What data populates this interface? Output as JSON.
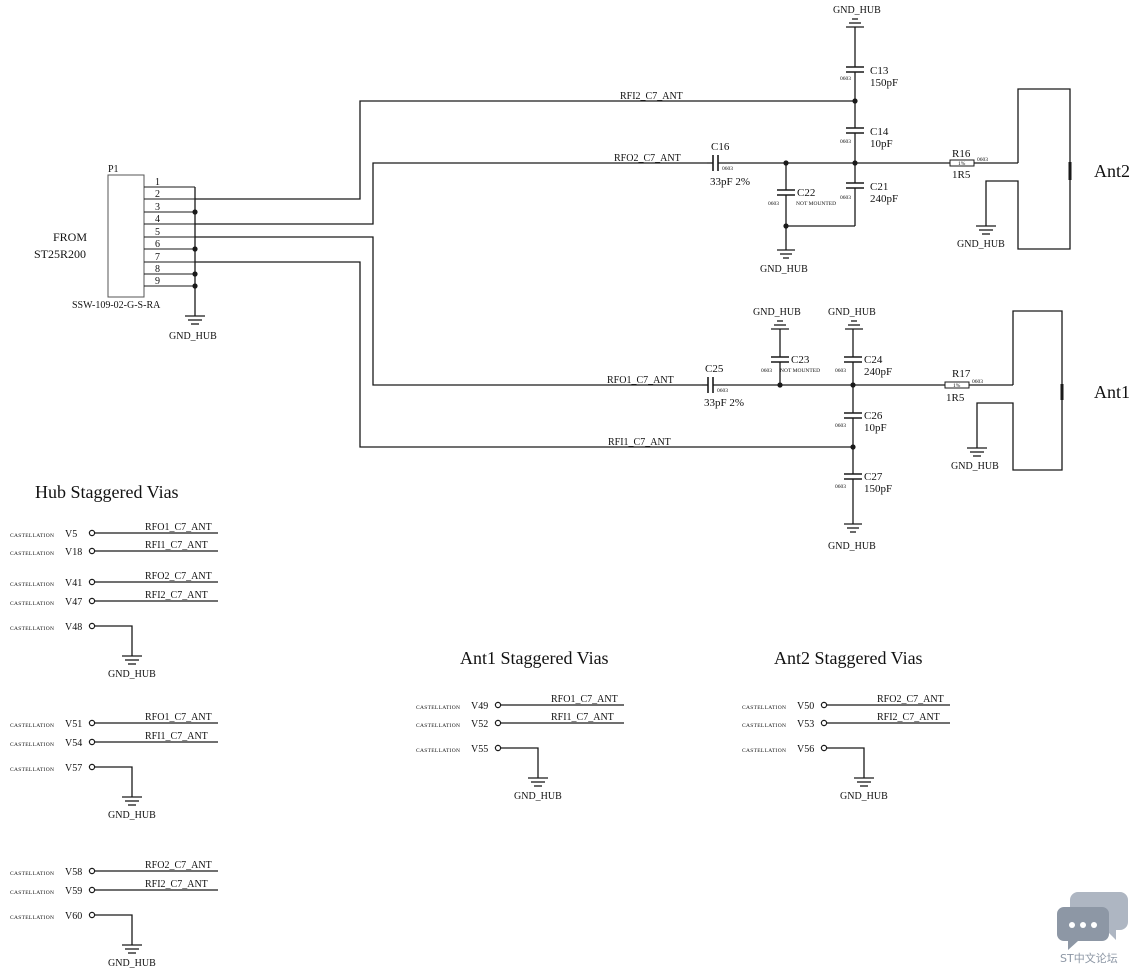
{
  "connector": {
    "ref": "P1",
    "part": "SSW-109-02-G-S-RA",
    "pins": [
      "1",
      "2",
      "3",
      "4",
      "5",
      "6",
      "7",
      "8",
      "9"
    ],
    "from_line1": "FROM",
    "from_line2": "ST25R200"
  },
  "nets": {
    "rfi2": "RFI2_C7_ANT",
    "rfo2": "RFO2_C7_ANT",
    "rfo1": "RFO1_C7_ANT",
    "rfi1": "RFI1_C7_ANT",
    "gnd": "GND_HUB"
  },
  "components": {
    "c13": {
      "ref": "C13",
      "value": "150pF",
      "pkg": "0603"
    },
    "c14": {
      "ref": "C14",
      "value": "10pF",
      "pkg": "0603"
    },
    "c16": {
      "ref": "C16",
      "value": "33pF 2%",
      "pkg": "0603"
    },
    "c21": {
      "ref": "C21",
      "value": "240pF",
      "pkg": "0603"
    },
    "c22": {
      "ref": "C22",
      "value": "NOT MOUNTED",
      "pkg": "0603"
    },
    "r16": {
      "ref": "R16",
      "value": "1R5",
      "tol": "1%",
      "pkg": "0603"
    },
    "c23": {
      "ref": "C23",
      "value": "NOT MOUNTED",
      "pkg": "0603"
    },
    "c24": {
      "ref": "C24",
      "value": "240pF",
      "pkg": "0603"
    },
    "c25": {
      "ref": "C25",
      "value": "33pF 2%",
      "pkg": "0603"
    },
    "c26": {
      "ref": "C26",
      "value": "10pF",
      "pkg": "0603"
    },
    "c27": {
      "ref": "C27",
      "value": "150pF",
      "pkg": "0603"
    },
    "r17": {
      "ref": "R17",
      "value": "1R5",
      "tol": "1%",
      "pkg": "0603"
    }
  },
  "antennas": {
    "ant1": "Ant1",
    "ant2": "Ant2"
  },
  "via_sections": {
    "hub_title": "Hub Staggered Vias",
    "ant1_title": "Ant1 Staggered Vias",
    "ant2_title": "Ant2 Staggered Vias",
    "castellation": "CASTELLATION"
  },
  "hub_vias": [
    {
      "id": "V5",
      "net": "RFO1_C7_ANT"
    },
    {
      "id": "V18",
      "net": "RFI1_C7_ANT"
    },
    {
      "id": "V41",
      "net": "RFO2_C7_ANT"
    },
    {
      "id": "V47",
      "net": "RFI2_C7_ANT"
    },
    {
      "id": "V48",
      "net": "GND_HUB"
    },
    {
      "id": "V51",
      "net": "RFO1_C7_ANT"
    },
    {
      "id": "V54",
      "net": "RFI1_C7_ANT"
    },
    {
      "id": "V57",
      "net": "GND_HUB"
    },
    {
      "id": "V58",
      "net": "RFO2_C7_ANT"
    },
    {
      "id": "V59",
      "net": "RFI2_C7_ANT"
    },
    {
      "id": "V60",
      "net": "GND_HUB"
    }
  ],
  "ant1_vias": [
    {
      "id": "V49",
      "net": "RFO1_C7_ANT"
    },
    {
      "id": "V52",
      "net": "RFI1_C7_ANT"
    },
    {
      "id": "V55",
      "net": "GND_HUB"
    }
  ],
  "ant2_vias": [
    {
      "id": "V50",
      "net": "RFO2_C7_ANT"
    },
    {
      "id": "V53",
      "net": "RFI2_C7_ANT"
    },
    {
      "id": "V56",
      "net": "GND_HUB"
    }
  ],
  "watermark": {
    "text": "ST中文论坛",
    "icon": "chat-bubbles-icon"
  }
}
